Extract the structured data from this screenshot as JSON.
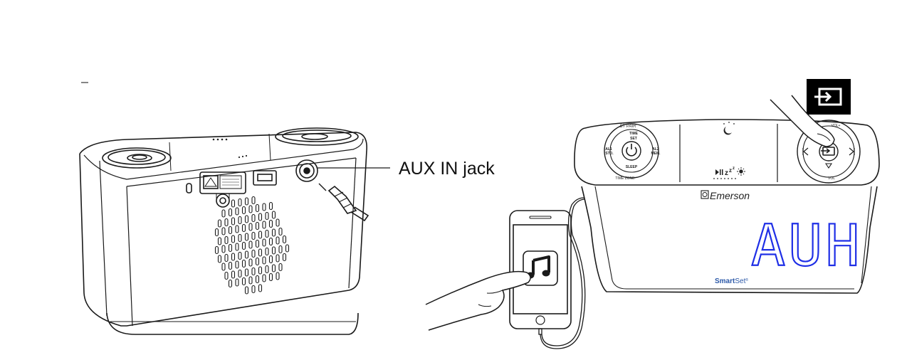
{
  "annotation": {
    "aux_label": "AUX IN jack"
  },
  "clock": {
    "brand": "Emerson",
    "display_text": "AUH",
    "smartset_smart": "Smart",
    "smartset_set": "Set",
    "smartset_mark": "®",
    "left_knob": {
      "top": "BT PAIR",
      "time": "TIME",
      "set": "SET",
      "al1": "AL1",
      "std": "STD.",
      "al2": "AL2",
      "mem": "MEM.",
      "sleep": "SLEEP",
      "bottom": "TIME ZONE"
    },
    "right_knob": {
      "top": "VOL+",
      "bottom": "VOL"
    }
  },
  "colors": {
    "display_blue": "#1f2fe6",
    "smartset_blue": "#2c59a8",
    "badge_bg": "#000000",
    "badge_fg": "#ffffff",
    "line": "#1a1a1a"
  },
  "icons": {
    "input_badge": "aux-input-icon",
    "phone_app": "music-note-icon",
    "play_pause": "play-pause-icon",
    "sleep": "sleep-zzz-icon",
    "brightness": "brightness-icon",
    "night": "moon-icon"
  }
}
